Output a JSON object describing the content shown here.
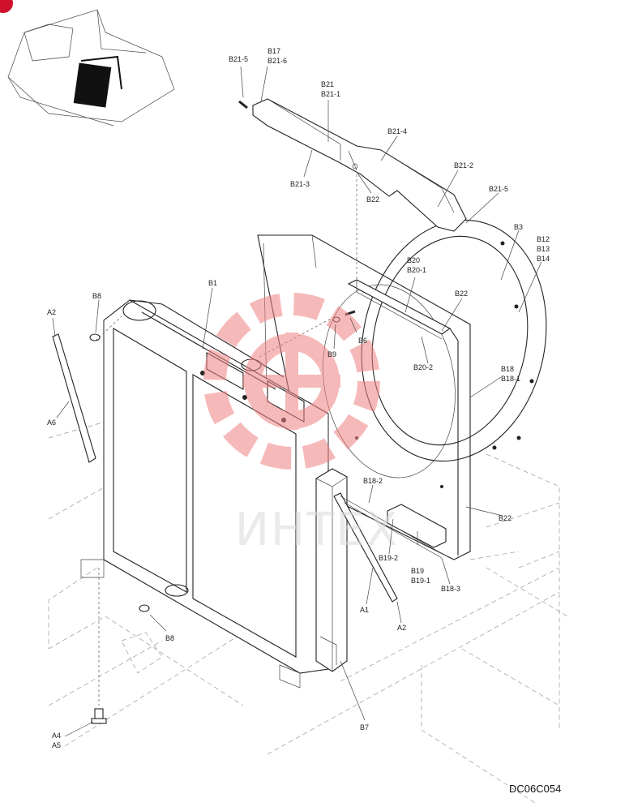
{
  "drawing": {
    "code": "DC06C054",
    "watermark_text": "ИНТЕХ",
    "watermark_color": "#f08080"
  },
  "callouts": {
    "b21_5_top": "B21-5",
    "b17": "B17",
    "b21_6": "B21-6",
    "b21": "B21",
    "b21_1": "B21-1",
    "b21_4": "B21-4",
    "b21_2": "B21-2",
    "b21_3": "B21-3",
    "b22_top": "B22",
    "b21_5_right": "B21-5",
    "b3": "B3",
    "b12": "B12",
    "b13": "B13",
    "b14": "B14",
    "b20": "B20",
    "b20_1": "B20-1",
    "b22_mid": "B22",
    "b8_top": "B8",
    "b1": "B1",
    "a2_left": "A2",
    "b6": "B6",
    "b9": "B9",
    "b20_2": "B20-2",
    "b18": "B18",
    "b18_1": "B18-1",
    "a6": "A6",
    "b18_2": "B18-2",
    "b22_low": "B22",
    "b19_2": "B19-2",
    "b19": "B19",
    "b19_1": "B19-1",
    "b18_3": "B18-3",
    "a1": "A1",
    "a2_right": "A2",
    "b8_low": "B8",
    "b7": "B7",
    "a4": "A4",
    "a5": "A5"
  }
}
